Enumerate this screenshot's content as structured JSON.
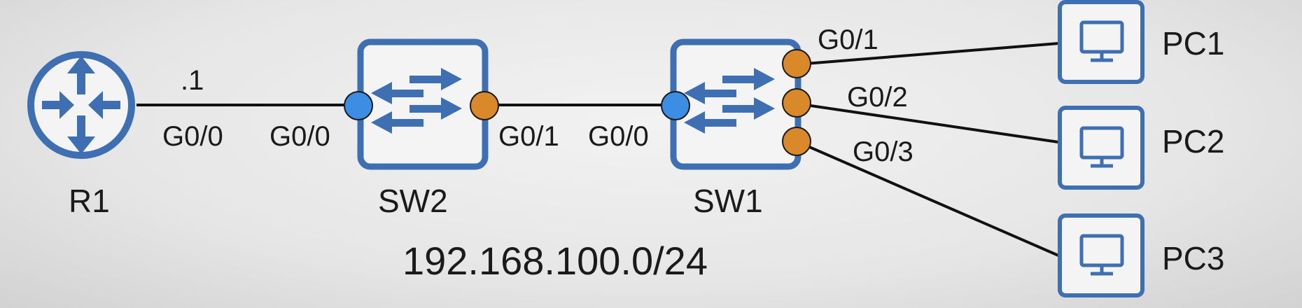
{
  "colors": {
    "device_blue": "#3f6fb3",
    "port_blue": "#3b8ee4",
    "port_orange": "#d9882a",
    "link": "#111111"
  },
  "devices": {
    "r1": {
      "name": "R1",
      "icon": "router-icon"
    },
    "sw2": {
      "name": "SW2",
      "icon": "switch-icon"
    },
    "sw1": {
      "name": "SW1",
      "icon": "switch-icon"
    },
    "pc1": {
      "name": "PC1",
      "icon": "pc-icon"
    },
    "pc2": {
      "name": "PC2",
      "icon": "pc-icon"
    },
    "pc3": {
      "name": "PC3",
      "icon": "pc-icon"
    }
  },
  "labels": {
    "r1_ip_suffix": ".1",
    "r1_port": "G0/0",
    "sw2_port_left": "G0/0",
    "sw2_port_right": "G0/1",
    "sw1_port_left": "G0/0",
    "sw1_port_g01": "G0/1",
    "sw1_port_g02": "G0/2",
    "sw1_port_g03": "G0/3",
    "network": "192.168.100.0/24"
  }
}
